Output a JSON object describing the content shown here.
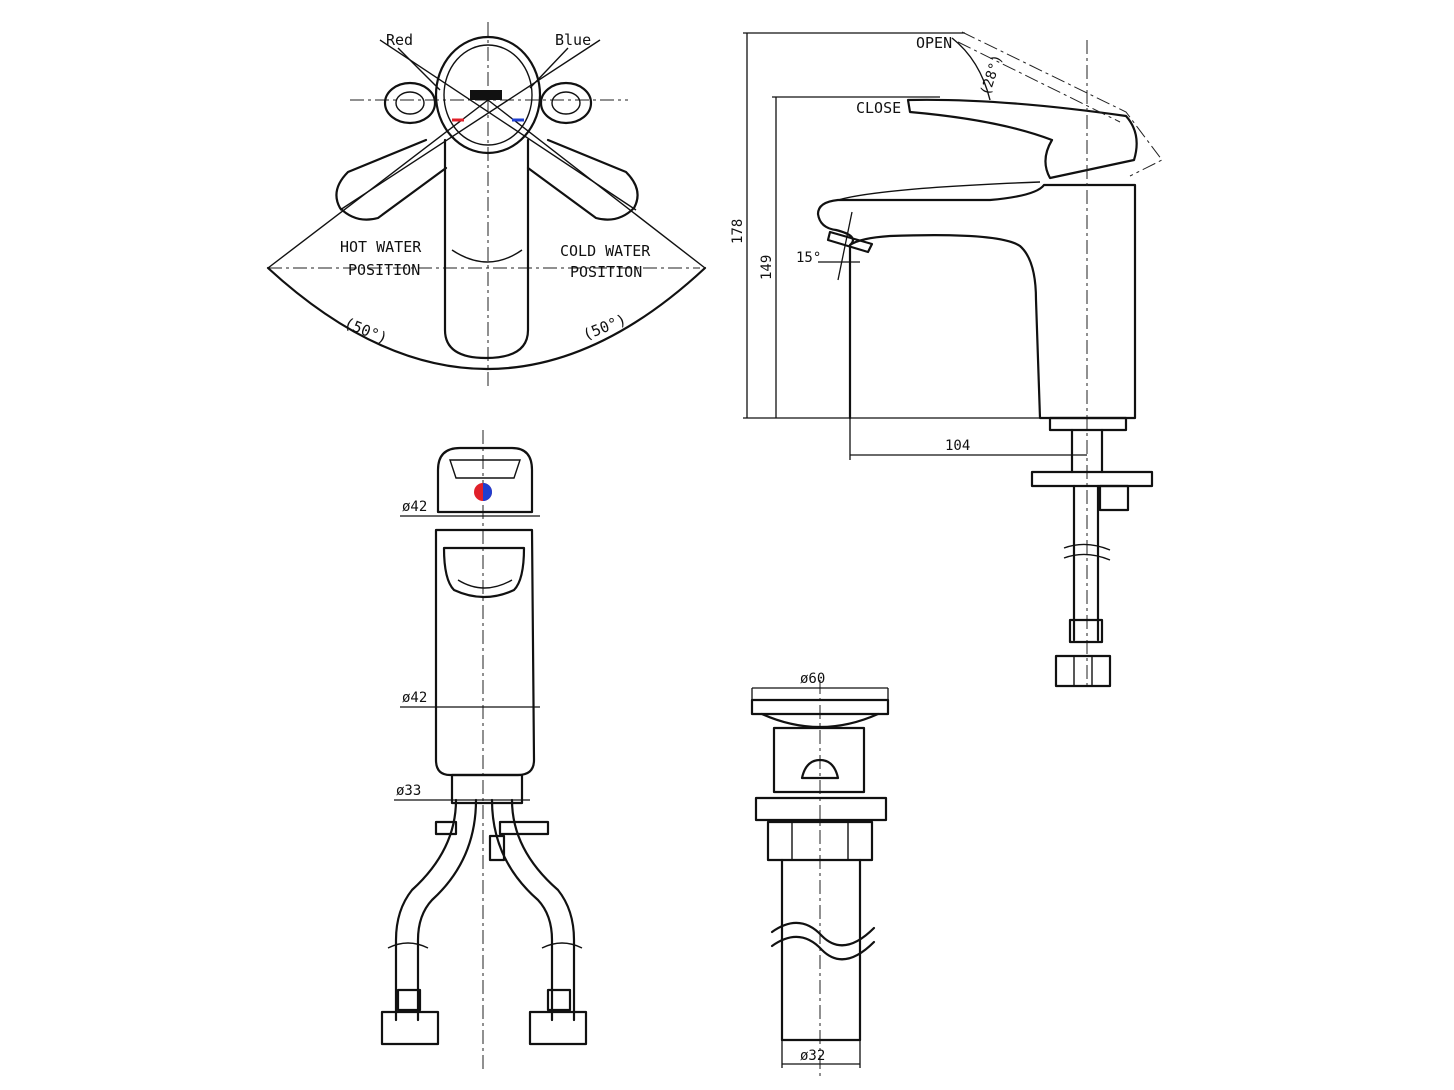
{
  "top_view": {
    "red_label": "Red",
    "blue_label": "Blue",
    "hot_water_line1": "HOT WATER",
    "hot_water_line2": "POSITION",
    "cold_water_line1": "COLD WATER",
    "cold_water_line2": "POSITION",
    "hot_angle": "(50°)",
    "cold_angle": "(50°)",
    "colors": {
      "red": "#e0202a",
      "blue": "#1f3fd0"
    }
  },
  "side_view": {
    "open_label": "OPEN",
    "close_label": "CLOSE",
    "handle_angle": "(28°)",
    "height_total": "178",
    "height_spout": "149",
    "spout_reach": "104",
    "aerator_angle": "15°"
  },
  "front_view": {
    "dia_handle": "ø42",
    "dia_body": "ø42",
    "dia_base": "ø33"
  },
  "drain_view": {
    "dia_top": "ø60",
    "dia_bottom": "ø32"
  }
}
